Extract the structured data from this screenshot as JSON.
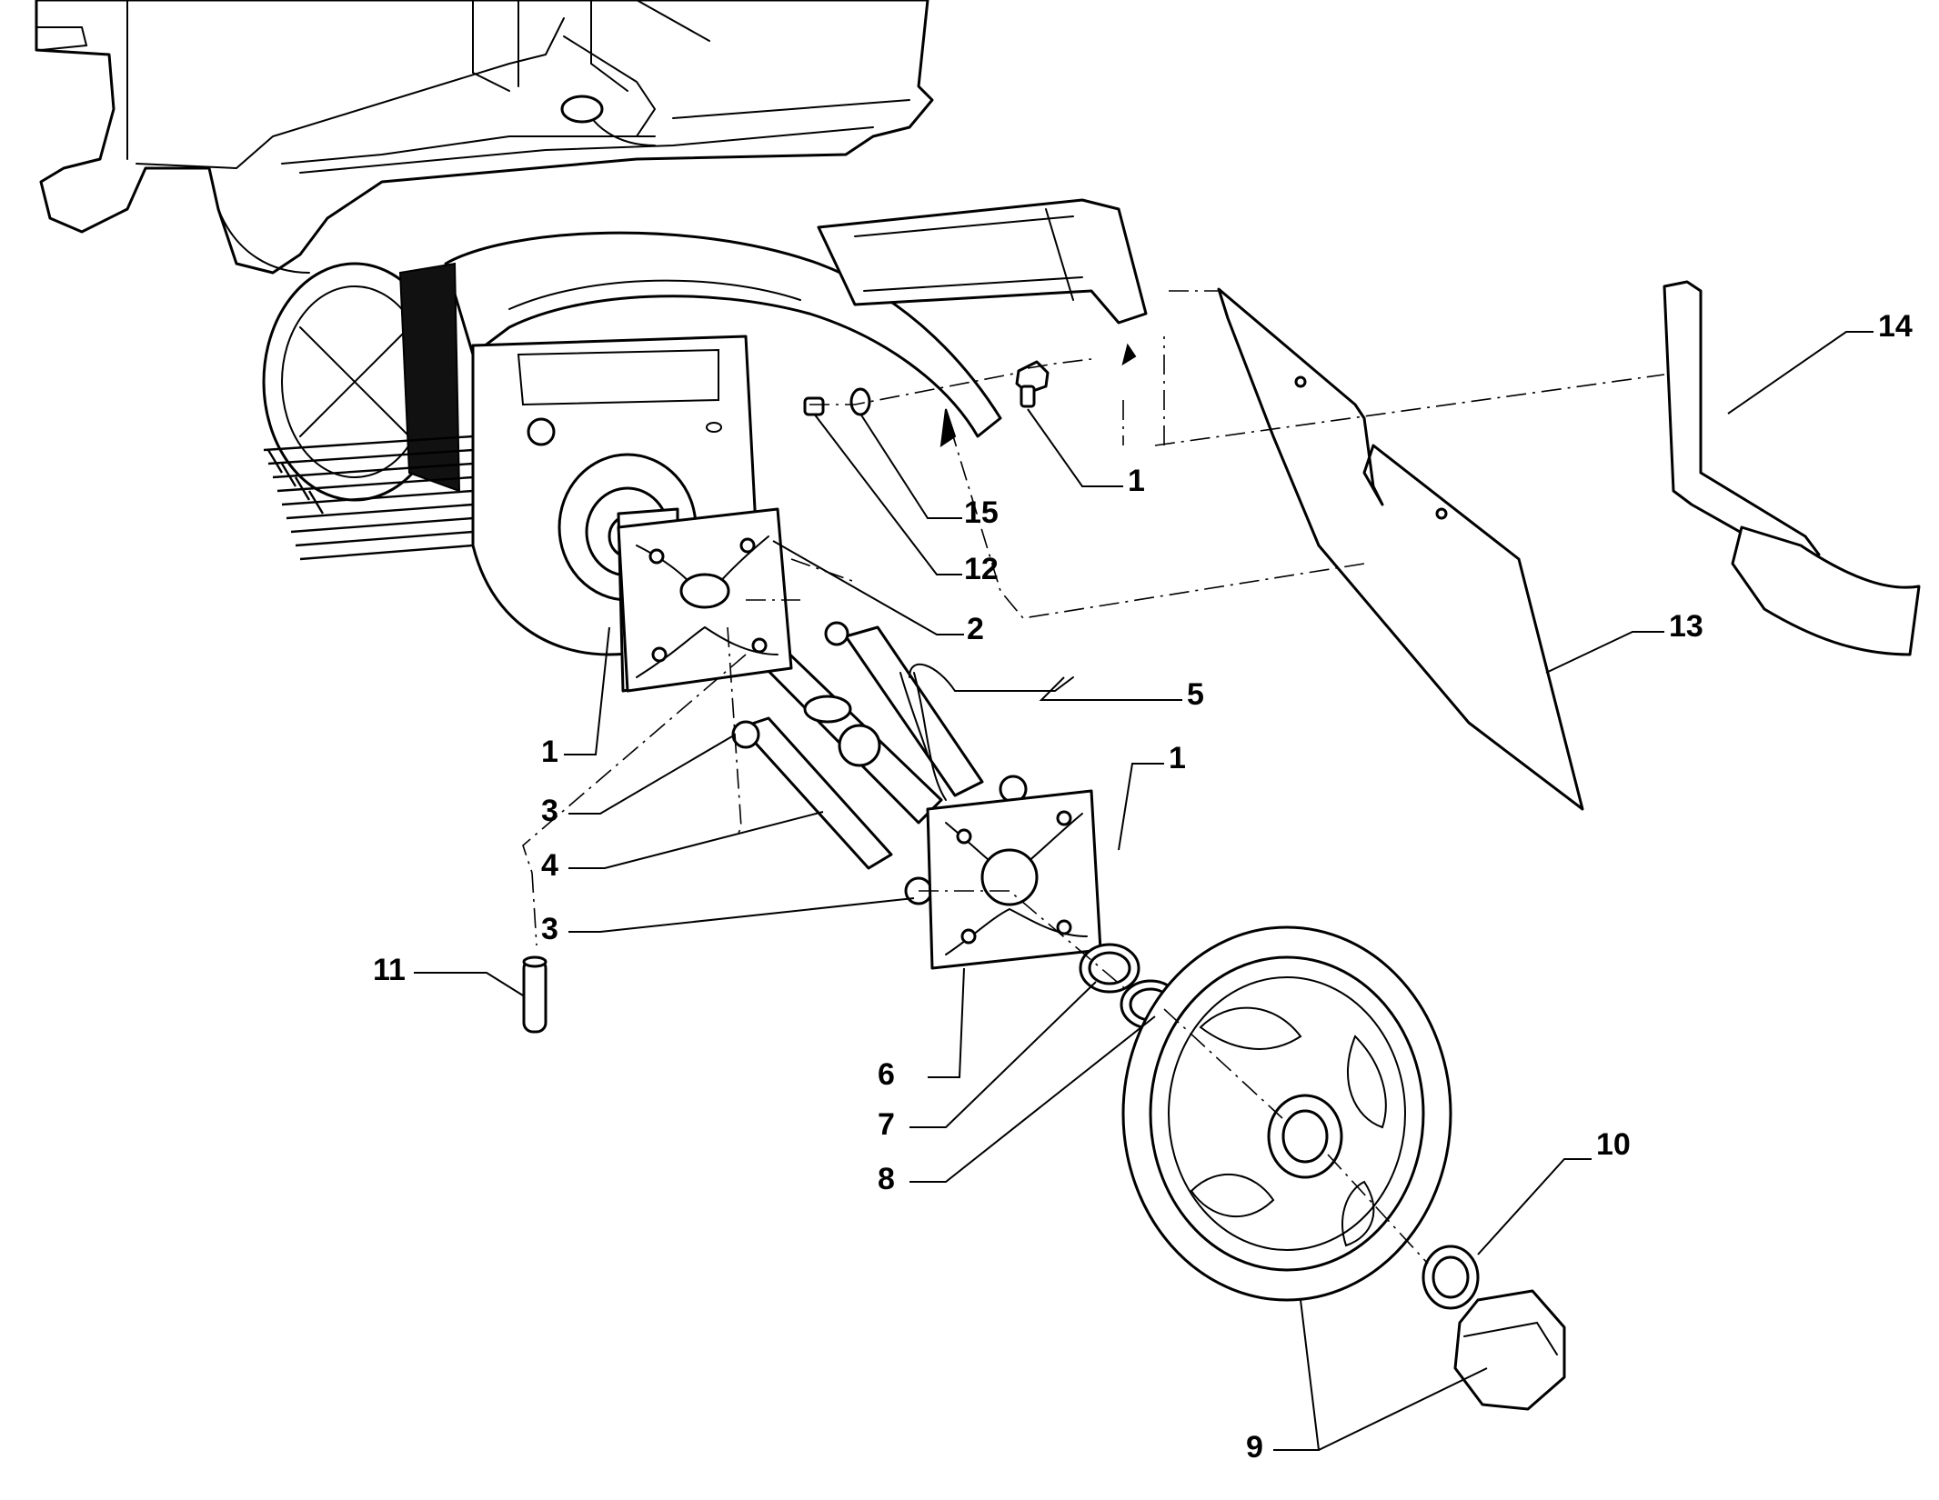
{
  "callouts": [
    {
      "id": "c1a",
      "label": "1"
    },
    {
      "id": "c15",
      "label": "15"
    },
    {
      "id": "c12",
      "label": "12"
    },
    {
      "id": "c2",
      "label": "2"
    },
    {
      "id": "c5",
      "label": "5"
    },
    {
      "id": "c1b",
      "label": "1"
    },
    {
      "id": "c3a",
      "label": "3"
    },
    {
      "id": "c4",
      "label": "4"
    },
    {
      "id": "c3b",
      "label": "3"
    },
    {
      "id": "c1c",
      "label": "1"
    },
    {
      "id": "c11",
      "label": "11"
    },
    {
      "id": "c6",
      "label": "6"
    },
    {
      "id": "c7",
      "label": "7"
    },
    {
      "id": "c8",
      "label": "8"
    },
    {
      "id": "c10",
      "label": "10"
    },
    {
      "id": "c9",
      "label": "9"
    },
    {
      "id": "c13",
      "label": "13"
    },
    {
      "id": "c14",
      "label": "14"
    }
  ]
}
